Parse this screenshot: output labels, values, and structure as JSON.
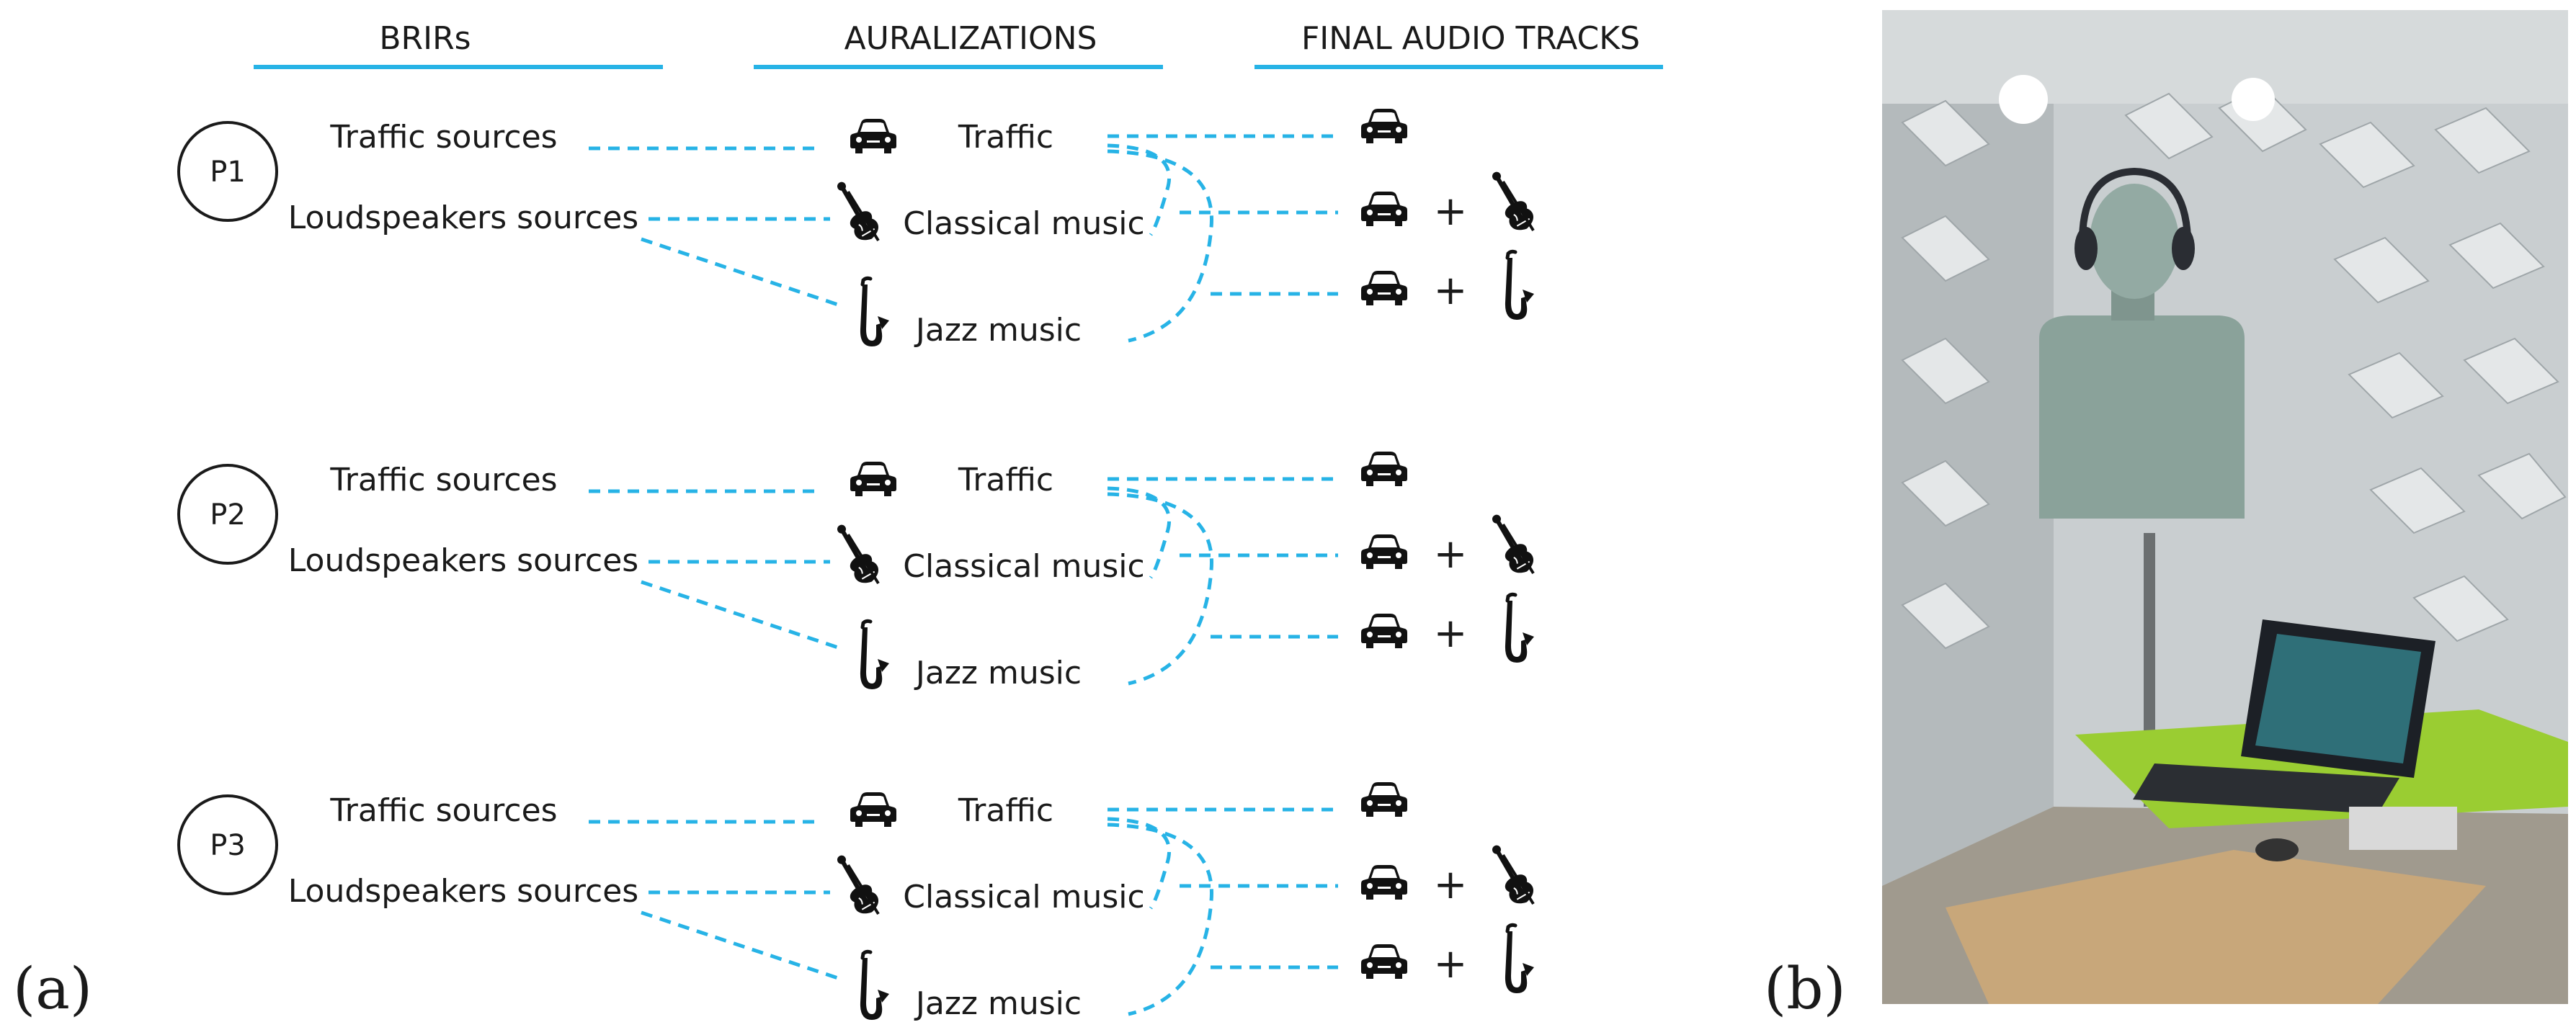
{
  "headers": [
    "BRIRs",
    "AURALIZATIONS",
    "FINAL AUDIO TRACKS"
  ],
  "panel_labels": {
    "a": "(a)",
    "b": "(b)"
  },
  "positions": [
    {
      "label": "P1"
    },
    {
      "label": "P2"
    },
    {
      "label": "P3"
    }
  ],
  "brir_labels": {
    "traffic": "Traffic sources",
    "loudspeakers": "Loudspeakers sources"
  },
  "auralization_labels": {
    "traffic": "Traffic",
    "classical": "Classical music",
    "jazz": "Jazz music"
  },
  "plus_sign": "+",
  "icons": {
    "car": "car-icon",
    "violin": "violin-icon",
    "saxophone": "saxophone-icon"
  },
  "colors": {
    "connector": "#27b3e6",
    "text": "#1a1a1a"
  }
}
